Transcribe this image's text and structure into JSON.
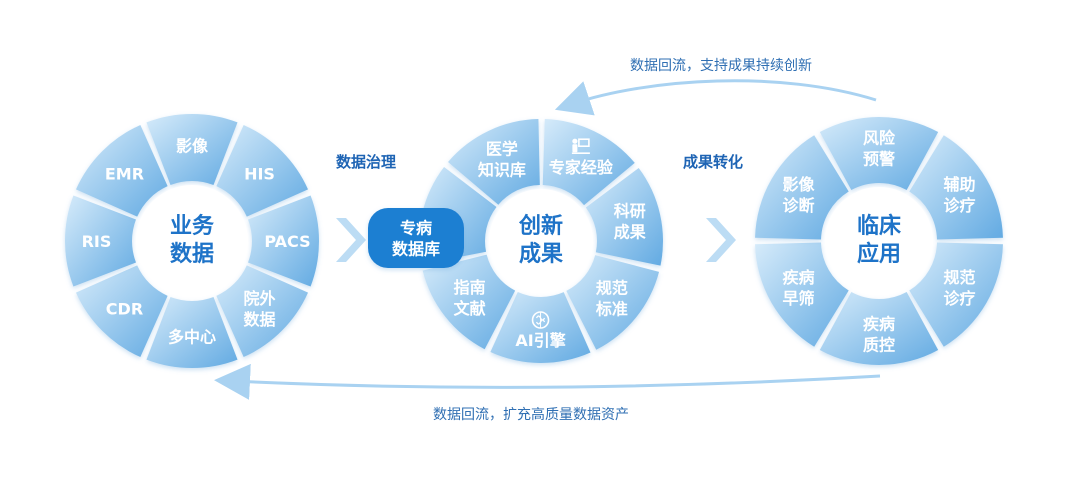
{
  "colors": {
    "segment_light": "#cfe6f8",
    "segment_mid": "#8ec3ea",
    "segment_dark": "#5aa6de",
    "hub_fill": "#ffffff",
    "hub_text": "#1e73c8",
    "accent_blue": "#1c7fd2",
    "chevron": "#bcdcf4",
    "loop_arrow": "#a9d2f1",
    "label_blue": "#1e64b4"
  },
  "wheel1": {
    "hub": [
      "业务",
      "数据"
    ],
    "segments": [
      {
        "lines": [
          "影像"
        ]
      },
      {
        "lines": [
          "HIS"
        ]
      },
      {
        "lines": [
          "PACS"
        ]
      },
      {
        "lines": [
          "院外",
          "数据"
        ]
      },
      {
        "lines": [
          "多中心"
        ]
      },
      {
        "lines": [
          "CDR"
        ]
      },
      {
        "lines": [
          "RIS"
        ]
      },
      {
        "lines": [
          "EMR"
        ]
      }
    ]
  },
  "flow1_label": "数据治理",
  "wheel2": {
    "hub": [
      "创新",
      "成果"
    ],
    "highlight": [
      "专病",
      "数据库"
    ],
    "segments": [
      {
        "lines": [
          "专家经验"
        ],
        "icon": "expert-presentation-icon"
      },
      {
        "lines": [
          "科研",
          "成果"
        ]
      },
      {
        "lines": [
          "规范",
          "标准"
        ]
      },
      {
        "lines": [
          "AI引擎"
        ],
        "icon": "ai-brain-icon"
      },
      {
        "lines": [
          "指南",
          "文献"
        ]
      },
      {
        "lines": []
      },
      {
        "lines": [
          "医学",
          "知识库"
        ]
      }
    ]
  },
  "flow2_label": "成果转化",
  "wheel3": {
    "hub": [
      "临床",
      "应用"
    ],
    "segments": [
      {
        "lines": [
          "风险",
          "预警"
        ]
      },
      {
        "lines": [
          "辅助",
          "诊疗"
        ]
      },
      {
        "lines": [
          "规范",
          "诊疗"
        ]
      },
      {
        "lines": [
          "疾病",
          "质控"
        ]
      },
      {
        "lines": [
          "疾病",
          "早筛"
        ]
      },
      {
        "lines": [
          "影像",
          "诊断"
        ]
      }
    ]
  },
  "loop_top_label": "数据回流，支持成果持续创新",
  "loop_bottom_label": "数据回流，扩充高质量数据资产"
}
